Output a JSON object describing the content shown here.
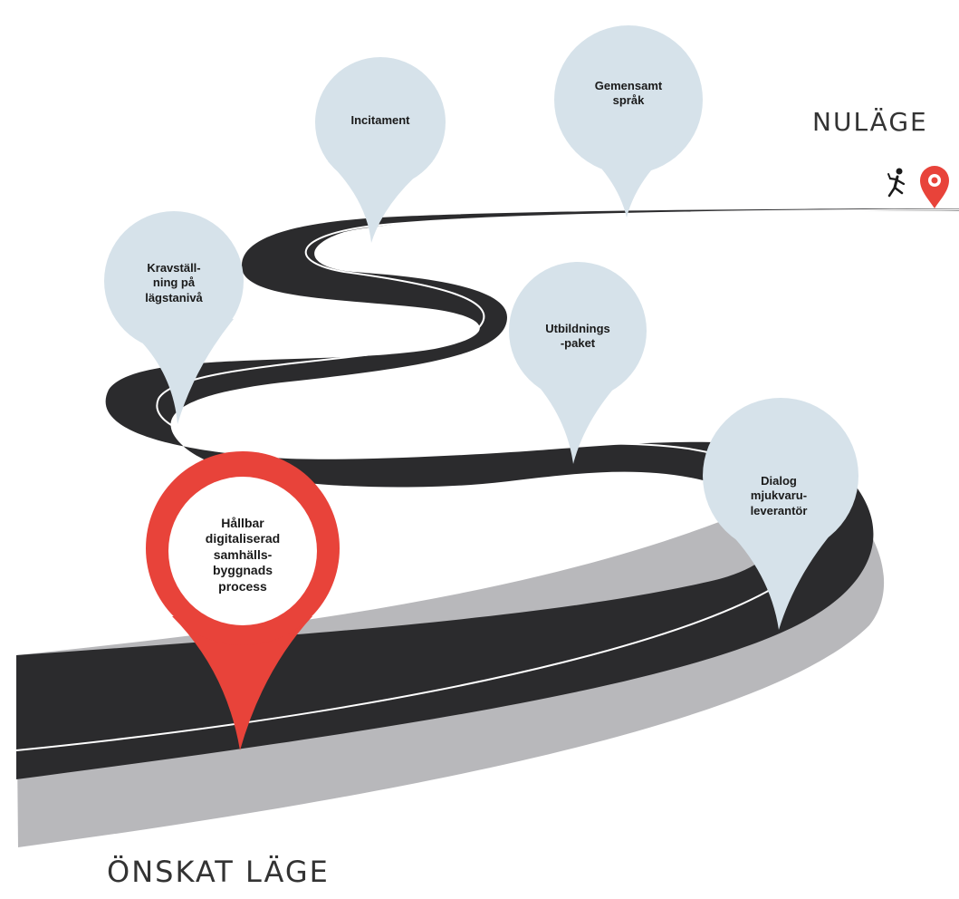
{
  "labels": {
    "current_state": "NULÄGE",
    "target_state": "ÖNSKAT LÄGE"
  },
  "milestones": [
    {
      "id": "gemensamt-sprak",
      "text": "Gemensamt\nspråk"
    },
    {
      "id": "incitament",
      "text": "Incitament"
    },
    {
      "id": "kravstallning",
      "text": "Kravställ-\nning på\nlägstanivå"
    },
    {
      "id": "utbildningspaket",
      "text": "Utbildnings\n-paket"
    },
    {
      "id": "dialog",
      "text": "Dialog\nmjukvaru-\nleverantör"
    }
  ],
  "goal": {
    "text": "Hållbar\ndigitaliserad\nsamhälls-\nbyggnads\nprocess"
  },
  "icons": [
    "running-person-icon",
    "location-pin-icon"
  ],
  "colors": {
    "road": "#2b2b2d",
    "road_shadow": "#b5b5b8",
    "lane_line": "#ffffff",
    "pin_fill": "#d6e2ea",
    "goal_pin": "#e8433a",
    "text": "#1a1a1a"
  }
}
